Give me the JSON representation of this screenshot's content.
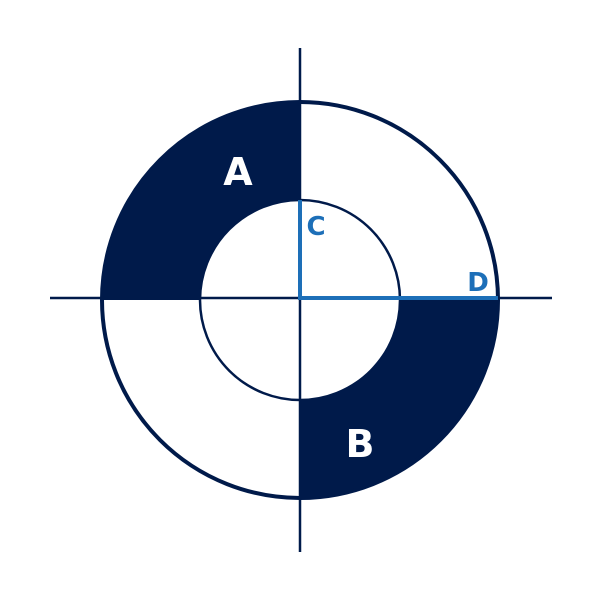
{
  "diagram": {
    "labels": {
      "region_a": "A",
      "region_b": "B",
      "radius_c": "C",
      "radius_d": "D"
    },
    "colors": {
      "dark_navy": "#001a4a",
      "accent_blue": "#1d6fb8",
      "background": "#ffffff"
    }
  }
}
